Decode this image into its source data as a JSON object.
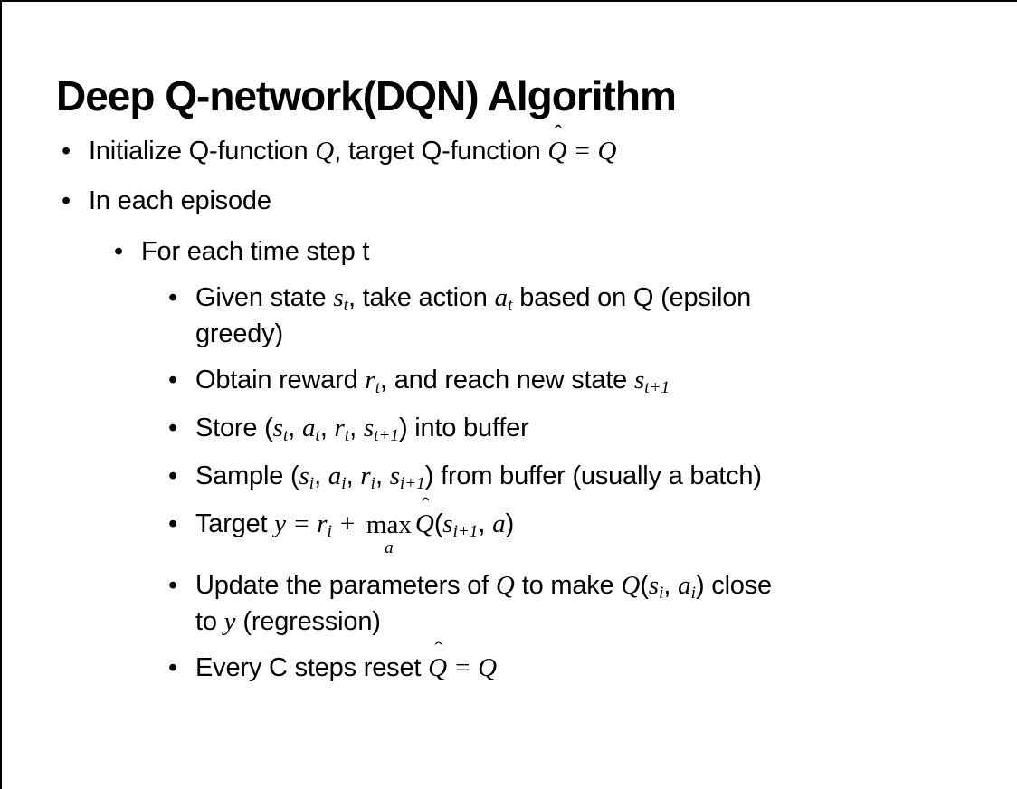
{
  "slide": {
    "title": "Deep Q-network(DQN) Algorithm",
    "bullet_char": "•",
    "hat_char": "ˆ",
    "colors": {
      "background": "#ffffff",
      "text": "#000000",
      "border": "#000000"
    },
    "bullets": [
      {
        "level": 1,
        "segments": [
          {
            "t": "Initialize Q-function ",
            "s": "p"
          },
          {
            "t": "Q",
            "s": "m"
          },
          {
            "t": ", target Q-function ",
            "s": "p"
          },
          {
            "t": "Q",
            "s": "hat"
          },
          {
            "t": " = ",
            "s": "m"
          },
          {
            "t": "Q",
            "s": "m"
          }
        ]
      },
      {
        "level": 1,
        "segments": [
          {
            "t": "In each episode",
            "s": "p"
          }
        ]
      },
      {
        "level": 2,
        "segments": [
          {
            "t": "For each time step t",
            "s": "p"
          }
        ]
      },
      {
        "level": 3,
        "segments": [
          {
            "t": "Given state ",
            "s": "p"
          },
          {
            "t": "s",
            "s": "m"
          },
          {
            "t": "t",
            "s": "sub"
          },
          {
            "t": ", take action ",
            "s": "p"
          },
          {
            "t": "a",
            "s": "m"
          },
          {
            "t": "t",
            "s": "sub"
          },
          {
            "t": " based on Q (epsilon",
            "s": "p"
          },
          {
            "t": "",
            "s": "br"
          },
          {
            "t": "greedy)",
            "s": "p"
          }
        ]
      },
      {
        "level": 3,
        "segments": [
          {
            "t": "Obtain reward ",
            "s": "p"
          },
          {
            "t": "r",
            "s": "m"
          },
          {
            "t": "t",
            "s": "sub"
          },
          {
            "t": ", and reach new state ",
            "s": "p"
          },
          {
            "t": "s",
            "s": "m"
          },
          {
            "t": "t+1",
            "s": "sub"
          }
        ]
      },
      {
        "level": 3,
        "segments": [
          {
            "t": "Store (",
            "s": "p"
          },
          {
            "t": "s",
            "s": "m"
          },
          {
            "t": "t",
            "s": "sub"
          },
          {
            "t": ", ",
            "s": "p"
          },
          {
            "t": "a",
            "s": "m"
          },
          {
            "t": "t",
            "s": "sub"
          },
          {
            "t": ", ",
            "s": "p"
          },
          {
            "t": "r",
            "s": "m"
          },
          {
            "t": "t",
            "s": "sub"
          },
          {
            "t": ", ",
            "s": "p"
          },
          {
            "t": "s",
            "s": "m"
          },
          {
            "t": "t+1",
            "s": "sub"
          },
          {
            "t": ") into buffer",
            "s": "p"
          }
        ]
      },
      {
        "level": 3,
        "segments": [
          {
            "t": "Sample (",
            "s": "p"
          },
          {
            "t": "s",
            "s": "m"
          },
          {
            "t": "i",
            "s": "sub"
          },
          {
            "t": ", ",
            "s": "p"
          },
          {
            "t": "a",
            "s": "m"
          },
          {
            "t": "i",
            "s": "sub"
          },
          {
            "t": ", ",
            "s": "p"
          },
          {
            "t": "r",
            "s": "m"
          },
          {
            "t": "i",
            "s": "sub"
          },
          {
            "t": ", ",
            "s": "p"
          },
          {
            "t": "s",
            "s": "m"
          },
          {
            "t": "i+1",
            "s": "sub"
          },
          {
            "t": ") from buffer (usually a batch)",
            "s": "p"
          }
        ]
      },
      {
        "level": 3,
        "segments": [
          {
            "t": "Target ",
            "s": "p"
          },
          {
            "t": "y",
            "s": "m"
          },
          {
            "t": " = ",
            "s": "m"
          },
          {
            "t": "r",
            "s": "m"
          },
          {
            "t": "i",
            "s": "sub"
          },
          {
            "t": " + ",
            "s": "m"
          },
          {
            "t": "max",
            "s": "underop",
            "under": "a"
          },
          {
            "t": "Q",
            "s": "hat"
          },
          {
            "t": "(",
            "s": "p"
          },
          {
            "t": "s",
            "s": "m"
          },
          {
            "t": "i+1",
            "s": "sub"
          },
          {
            "t": ", ",
            "s": "p"
          },
          {
            "t": "a",
            "s": "m"
          },
          {
            "t": ")",
            "s": "p"
          }
        ]
      },
      {
        "level": 3,
        "segments": [
          {
            "t": "Update the parameters of ",
            "s": "p"
          },
          {
            "t": "Q",
            "s": "m"
          },
          {
            "t": " to make ",
            "s": "p"
          },
          {
            "t": "Q",
            "s": "m"
          },
          {
            "t": "(",
            "s": "p"
          },
          {
            "t": "s",
            "s": "m"
          },
          {
            "t": "i",
            "s": "sub"
          },
          {
            "t": ", ",
            "s": "p"
          },
          {
            "t": "a",
            "s": "m"
          },
          {
            "t": "i",
            "s": "sub"
          },
          {
            "t": ") close",
            "s": "p"
          },
          {
            "t": "",
            "s": "br"
          },
          {
            "t": "to ",
            "s": "p"
          },
          {
            "t": "y",
            "s": "m"
          },
          {
            "t": " (regression)",
            "s": "p"
          }
        ]
      },
      {
        "level": 3,
        "segments": [
          {
            "t": "Every C steps reset ",
            "s": "p"
          },
          {
            "t": "Q",
            "s": "hat"
          },
          {
            "t": " = ",
            "s": "m"
          },
          {
            "t": "Q",
            "s": "m"
          }
        ]
      }
    ]
  }
}
